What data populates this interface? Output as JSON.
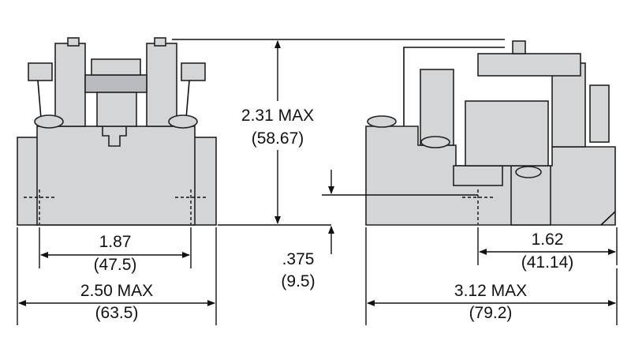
{
  "dimensions": {
    "height_total": {
      "inch": "2.31 MAX",
      "mm": "(58.67)"
    },
    "front_pin_spacing": {
      "inch": "1.87",
      "mm": "(47.5)"
    },
    "front_width": {
      "inch": "2.50 MAX",
      "mm": "(63.5)"
    },
    "pin_offset": {
      "inch": ".375",
      "mm": "(9.5)"
    },
    "side_pin_spacing": {
      "inch": "1.62",
      "mm": "(41.14)"
    },
    "side_length": {
      "inch": "3.12 MAX",
      "mm": "(79.2)"
    }
  },
  "colors": {
    "body": "#d4d5d7",
    "outline": "#222222",
    "background": "#ffffff"
  }
}
